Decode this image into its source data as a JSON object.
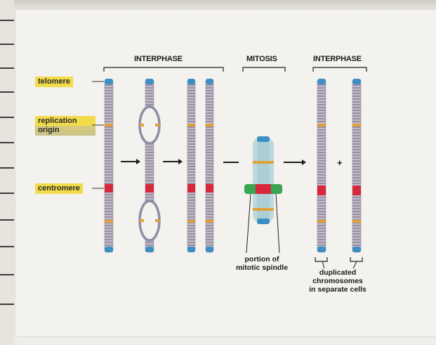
{
  "labels": {
    "telomere": "telomere",
    "replication_origin": [
      "replication",
      "origin"
    ],
    "centromere": "centromere"
  },
  "stages": {
    "interphase_left": "INTERPHASE",
    "mitosis": "MITOSIS",
    "interphase_right": "INTERPHASE"
  },
  "captions": {
    "spindle": [
      "portion of",
      "mitotic spindle"
    ],
    "duplicated": [
      "duplicated",
      "chromosomes",
      "in separate cells"
    ]
  },
  "plus_sign": "+",
  "colors": {
    "chromosome": "#8d8fa6",
    "telomere": "#3b8fc4",
    "origin": "#e0a03a",
    "centromere": "#d6283a",
    "spindle": "#3aa653",
    "label_bg": "#f3dc4a",
    "arrow": "#1a1a1a"
  }
}
